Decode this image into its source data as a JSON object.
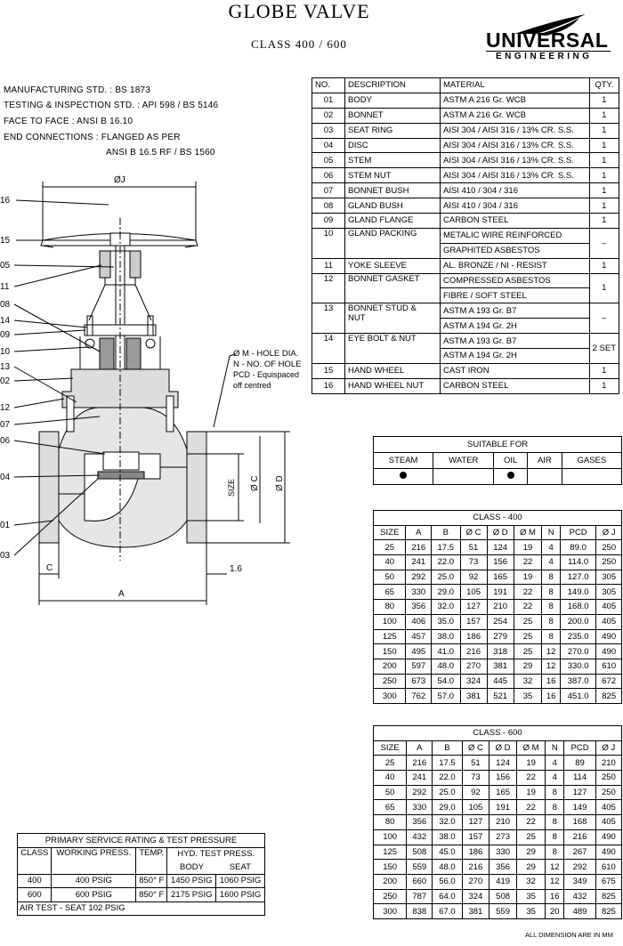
{
  "title": "GLOBE VALVE",
  "subtitle": "CLASS  400 / 600",
  "logo": {
    "brand": "UNIVERSAL",
    "sub": "ENGINEERING"
  },
  "specs": [
    "MANUFACTURING STD. :   BS 1873",
    "TESTING & INSPECTION STD. :   API 598 / BS 5146",
    "FACE TO FACE :   ANSI B 16.10",
    "END CONNECTIONS :   FLANGED AS PER",
    "ANSI B 16.5 RF / BS 1560"
  ],
  "drawing": {
    "callouts": [
      "16",
      "15",
      "05",
      "11",
      "08",
      "14",
      "09",
      "10",
      "13",
      "02",
      "12",
      "07",
      "06",
      "04",
      "01",
      "03"
    ],
    "dim_labels": {
      "J": "ØJ",
      "M_note": "Ø M - HOLE DIA.",
      "N_note": "N - NO. OF HOLE",
      "pcd_note": "PCD - Equispaced",
      "pcd_note2": "off centred",
      "size": "SIZE",
      "C": "Ø C",
      "D": "Ø D",
      "c_small": "C",
      "b": "1.6",
      "A": "A"
    }
  },
  "parts": {
    "headers": [
      "NO.",
      "DESCRIPTION",
      "MATERIAL",
      "QTY."
    ],
    "rows": [
      {
        "no": "01",
        "desc": "BODY",
        "mat": [
          "ASTM A 216  Gr.  WCB"
        ],
        "qty": "1"
      },
      {
        "no": "02",
        "desc": "BONNET",
        "mat": [
          "ASTM A 216  Gr.  WCB"
        ],
        "qty": "1"
      },
      {
        "no": "03",
        "desc": "SEAT  RING",
        "mat": [
          "AISI 304 / AISI 316 / 13% CR. S.S."
        ],
        "qty": "1"
      },
      {
        "no": "04",
        "desc": "DISC",
        "mat": [
          "AISI 304 / AISI 316 / 13% CR. S.S."
        ],
        "qty": "1"
      },
      {
        "no": "05",
        "desc": "STEM",
        "mat": [
          "AISI 304 / AISI 316 / 13% CR. S.S."
        ],
        "qty": "1"
      },
      {
        "no": "06",
        "desc": "STEM  NUT",
        "mat": [
          "AISI 304 / AISI 316 / 13% CR. S.S."
        ],
        "qty": "1"
      },
      {
        "no": "07",
        "desc": "BONNET  BUSH",
        "mat": [
          "AISI 410 / 304 / 316"
        ],
        "qty": "1"
      },
      {
        "no": "08",
        "desc": "GLAND  BUSH",
        "mat": [
          "AISI 410 / 304 / 316"
        ],
        "qty": "1"
      },
      {
        "no": "09",
        "desc": "GLAND  FLANGE",
        "mat": [
          "CARBON  STEEL"
        ],
        "qty": "1"
      },
      {
        "no": "10",
        "desc": "GLAND  PACKING",
        "mat": [
          "METALIC  WIRE  REINFORCED",
          "GRAPHITED  ASBESTOS"
        ],
        "qty": "–"
      },
      {
        "no": "11",
        "desc": "YOKE  SLEEVE",
        "mat": [
          "AL. BRONZE / NI - RESIST"
        ],
        "qty": "1"
      },
      {
        "no": "12",
        "desc": "BONNET  GASKET",
        "mat": [
          "COMPRESSED  ASBESTOS",
          "FIBRE / SOFT  STEEL"
        ],
        "qty": "1"
      },
      {
        "no": "13",
        "desc": "BONNET  STUD  &\nNUT",
        "mat": [
          "ASTM  A 193  Gr.  B7",
          "ASTM  A 194  Gr.  2H"
        ],
        "qty": "–"
      },
      {
        "no": "14",
        "desc": "EYE  BOLT  &  NUT",
        "mat": [
          "ASTM  A 193  Gr.  B7",
          "ASTM  A 194  Gr.  2H"
        ],
        "qty": "2 SET"
      },
      {
        "no": "15",
        "desc": "HAND  WHEEL",
        "mat": [
          "CAST  IRON"
        ],
        "qty": "1"
      },
      {
        "no": "16",
        "desc": "HAND  WHEEL  NUT",
        "mat": [
          "CARBON  STEEL"
        ],
        "qty": "1"
      }
    ]
  },
  "suitable": {
    "title": "SUITABLE  FOR",
    "cols": [
      "STEAM",
      "WATER",
      "OIL",
      "AIR",
      "GASES"
    ],
    "marks": [
      true,
      false,
      true,
      false,
      false
    ]
  },
  "dims_headers": [
    "SIZE",
    "A",
    "B",
    "Ø C",
    "Ø D",
    "Ø M",
    "N",
    "PCD",
    "Ø J"
  ],
  "class400": {
    "title": "CLASS - 400",
    "rows": [
      [
        "25",
        "216",
        "17.5",
        "51",
        "124",
        "19",
        "4",
        "89.0",
        "250"
      ],
      [
        "40",
        "241",
        "22.0",
        "73",
        "156",
        "22",
        "4",
        "114.0",
        "250"
      ],
      [
        "50",
        "292",
        "25.0",
        "92",
        "165",
        "19",
        "8",
        "127.0",
        "305"
      ],
      [
        "65",
        "330",
        "29.0",
        "105",
        "191",
        "22",
        "8",
        "149.0",
        "305"
      ],
      [
        "80",
        "356",
        "32.0",
        "127",
        "210",
        "22",
        "8",
        "168.0",
        "405"
      ],
      [
        "100",
        "406",
        "35.0",
        "157",
        "254",
        "25",
        "8",
        "200.0",
        "405"
      ],
      [
        "125",
        "457",
        "38.0",
        "186",
        "279",
        "25",
        "8",
        "235.0",
        "490"
      ],
      [
        "150",
        "495",
        "41.0",
        "216",
        "318",
        "25",
        "12",
        "270.0",
        "490"
      ],
      [
        "200",
        "597",
        "48.0",
        "270",
        "381",
        "29",
        "12",
        "330.0",
        "610"
      ],
      [
        "250",
        "673",
        "54.0",
        "324",
        "445",
        "32",
        "16",
        "387.0",
        "672"
      ],
      [
        "300",
        "762",
        "57.0",
        "381",
        "521",
        "35",
        "16",
        "451.0",
        "825"
      ]
    ]
  },
  "class600": {
    "title": "CLASS - 600",
    "rows": [
      [
        "25",
        "216",
        "17.5",
        "51",
        "124",
        "19",
        "4",
        "89",
        "210"
      ],
      [
        "40",
        "241",
        "22.0",
        "73",
        "156",
        "22",
        "4",
        "114",
        "250"
      ],
      [
        "50",
        "292",
        "25.0",
        "92",
        "165",
        "19",
        "8",
        "127",
        "250"
      ],
      [
        "65",
        "330",
        "29.0",
        "105",
        "191",
        "22",
        "8",
        "149",
        "405"
      ],
      [
        "80",
        "356",
        "32.0",
        "127",
        "210",
        "22",
        "8",
        "168",
        "405"
      ],
      [
        "100",
        "432",
        "38.0",
        "157",
        "273",
        "25",
        "8",
        "216",
        "490"
      ],
      [
        "125",
        "508",
        "45.0",
        "186",
        "330",
        "29",
        "8",
        "267",
        "490"
      ],
      [
        "150",
        "559",
        "48.0",
        "216",
        "356",
        "29",
        "12",
        "292",
        "610"
      ],
      [
        "200",
        "660",
        "56.0",
        "270",
        "419",
        "32",
        "12",
        "349",
        "675"
      ],
      [
        "250",
        "787",
        "64.0",
        "324",
        "508",
        "35",
        "16",
        "432",
        "825"
      ],
      [
        "300",
        "838",
        "67.0",
        "381",
        "559",
        "35",
        "20",
        "489",
        "825"
      ]
    ]
  },
  "rating": {
    "title": "PRIMARY  SERVICE  RATING  &  TEST  PRESSURE",
    "h_class": "CLASS",
    "h_work": "WORKING  PRESS.",
    "h_temp": "TEMP.",
    "h_hyd": "HYD. TEST  PRESS.",
    "h_body": "BODY",
    "h_seat": "SEAT",
    "rows": [
      [
        "400",
        "400   PSIG",
        "850° F",
        "1450  PSIG",
        "1060  PSIG"
      ],
      [
        "600",
        "600   PSIG",
        "850° F",
        "2175  PSIG",
        "1600  PSIG"
      ]
    ],
    "air": "AIR  TEST  -  SEAT     102  PSIG"
  },
  "footnote": "ALL  DIMENSION  ARE  IN  MM"
}
